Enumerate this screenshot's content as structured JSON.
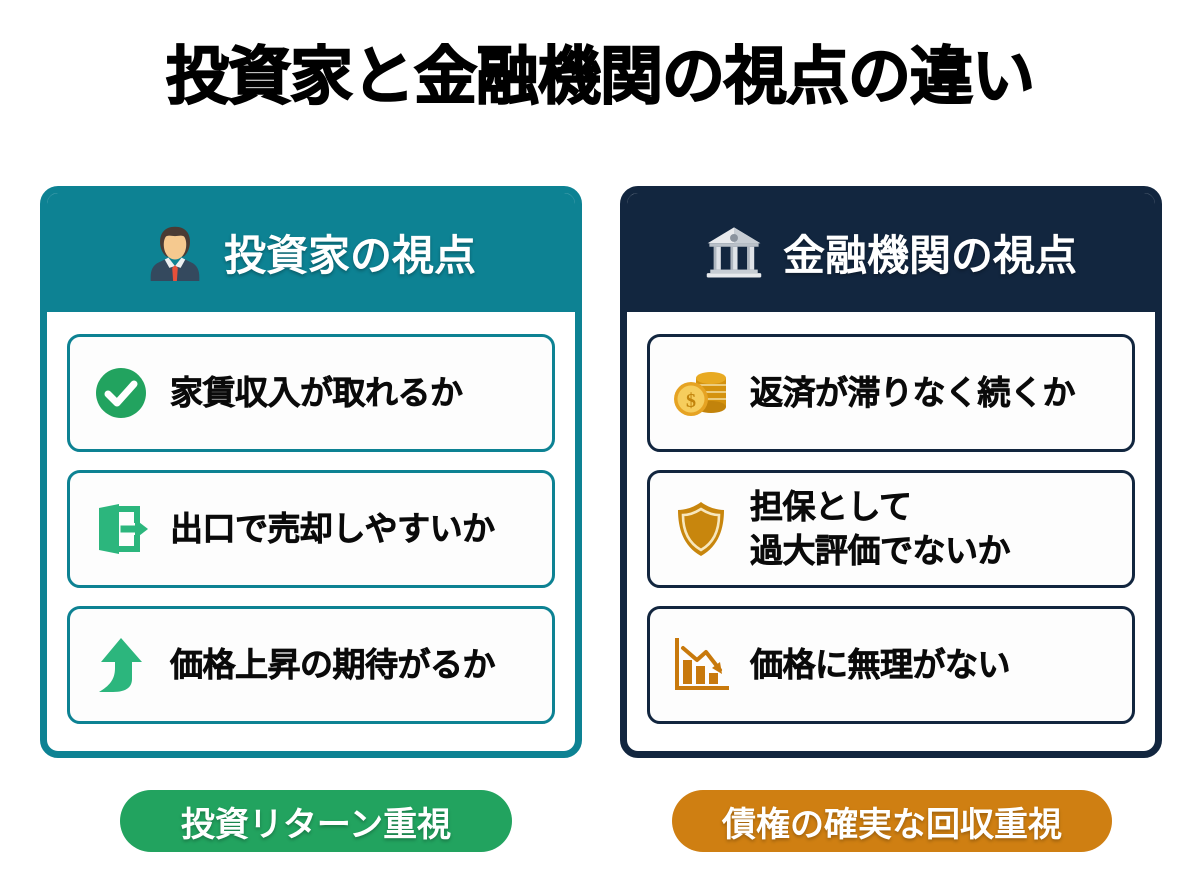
{
  "page": {
    "title": "投資家と金融機関の視点の違い"
  },
  "colors": {
    "investor_accent": "#0d8293",
    "bank_accent": "#12263f",
    "investor_pill": "#22a35f",
    "bank_pill": "#cf7f12",
    "green_icon": "#22a35f",
    "gold_icon": "#d4920f",
    "orange_icon": "#c8790c",
    "text": "#0a0a0a",
    "background": "#ffffff"
  },
  "cards": [
    {
      "id": "investor",
      "header_icon": "businessman-avatar-icon",
      "header_title": "投資家の視点",
      "items": [
        {
          "icon": "check-circle-icon",
          "label": "家賃収入が取れるか"
        },
        {
          "icon": "exit-door-icon",
          "label": "出口で売却しやすいか"
        },
        {
          "icon": "up-arrow-icon",
          "label": "価格上昇の期待がるか"
        }
      ],
      "footer_label": "投資リターン重視"
    },
    {
      "id": "financial-institution",
      "header_icon": "bank-building-icon",
      "header_title": "金融機関の視点",
      "items": [
        {
          "icon": "coin-stack-icon",
          "label": "返済が滞りなく続くか"
        },
        {
          "icon": "shield-icon",
          "label": "担保として\n過大評価でないか"
        },
        {
          "icon": "declining-bar-chart-icon",
          "label": "価格に無理がない"
        }
      ],
      "footer_label": "債権の確実な回収重視"
    }
  ]
}
